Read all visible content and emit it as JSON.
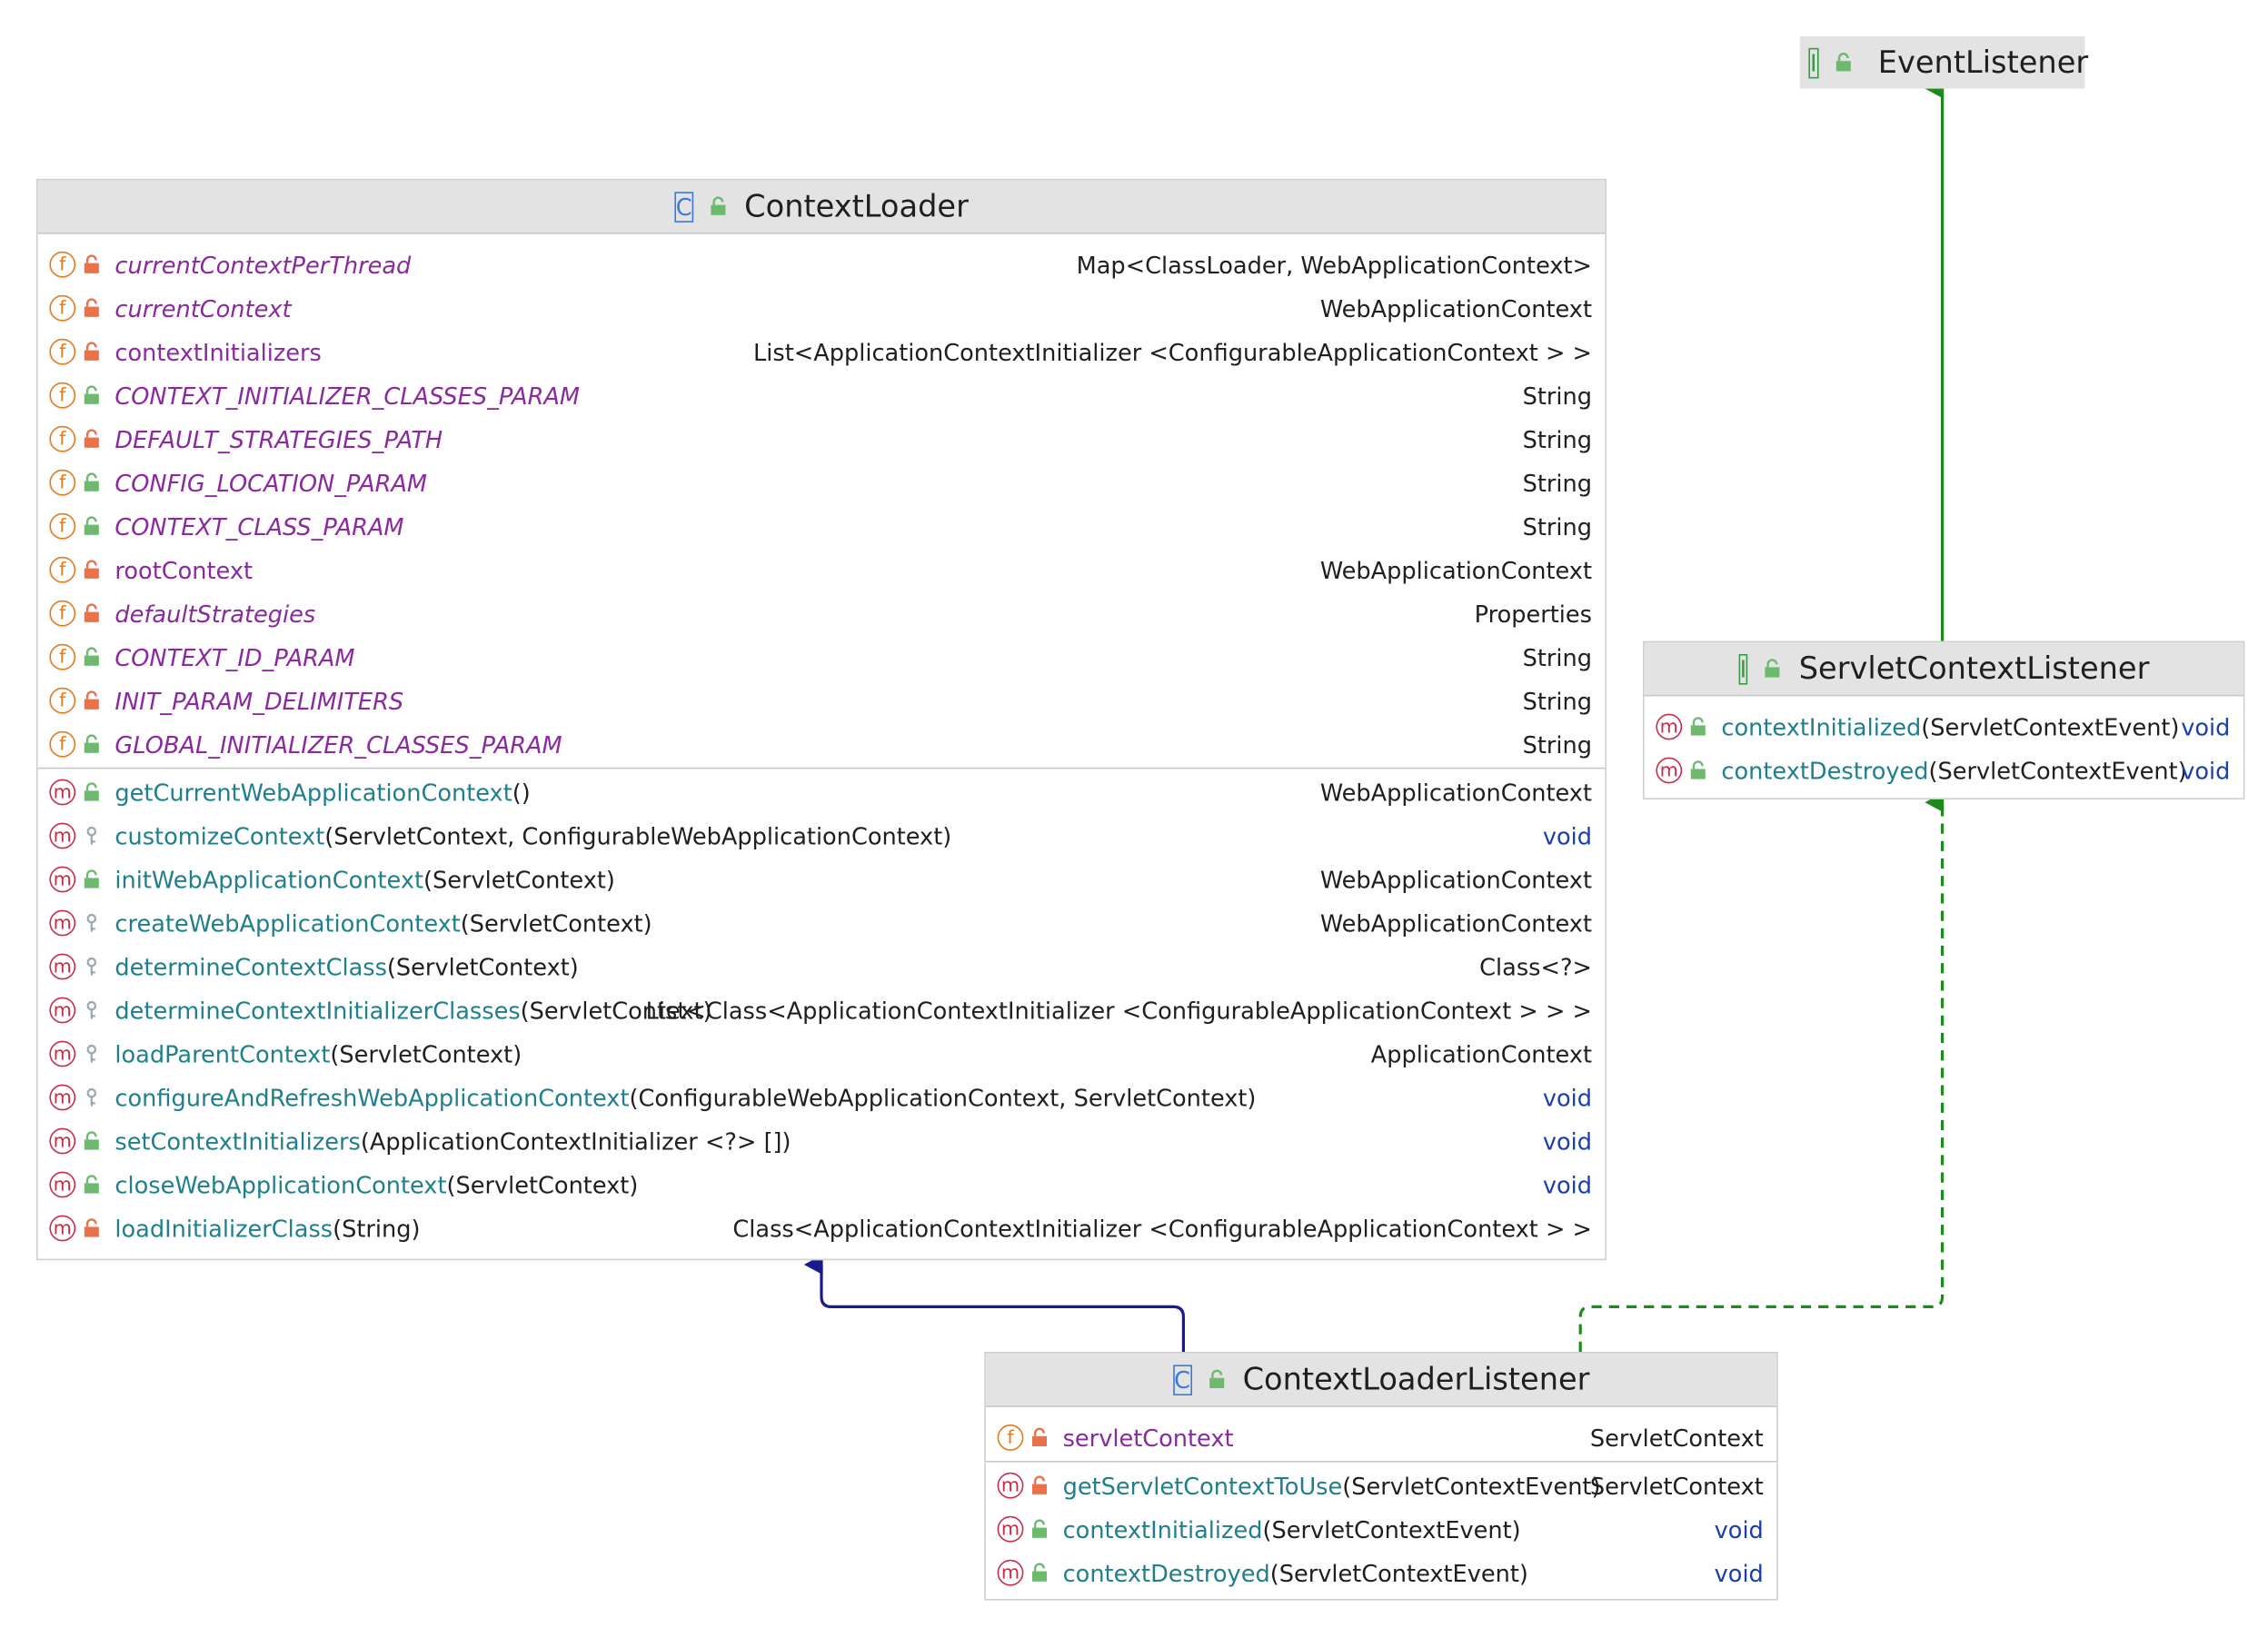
{
  "colors": {
    "field_name": "#8a2a9e",
    "method_name": "#1f7f8c",
    "void_type": "#1b3fa8",
    "inherit_edge": "#1a1a8c",
    "realize_edge": "#1e8a1e"
  },
  "event_listener": {
    "title": "EventListener",
    "kind": "interface"
  },
  "context_loader": {
    "title": "ContextLoader",
    "kind": "class",
    "fields": [
      {
        "name": "currentContextPerThread",
        "type": "Map<ClassLoader, WebApplicationContext>",
        "visibility": "private",
        "italic": true
      },
      {
        "name": "currentContext",
        "type": "WebApplicationContext",
        "visibility": "private",
        "italic": true
      },
      {
        "name": "contextInitializers",
        "type": "List<ApplicationContextInitializer <ConfigurableApplicationContext > >",
        "visibility": "private",
        "italic": false
      },
      {
        "name": "CONTEXT_INITIALIZER_CLASSES_PARAM",
        "type": "String",
        "visibility": "public",
        "italic": true
      },
      {
        "name": "DEFAULT_STRATEGIES_PATH",
        "type": "String",
        "visibility": "private",
        "italic": true
      },
      {
        "name": "CONFIG_LOCATION_PARAM",
        "type": "String",
        "visibility": "public",
        "italic": true
      },
      {
        "name": "CONTEXT_CLASS_PARAM",
        "type": "String",
        "visibility": "public",
        "italic": true
      },
      {
        "name": "rootContext",
        "type": "WebApplicationContext",
        "visibility": "private",
        "italic": false
      },
      {
        "name": "defaultStrategies",
        "type": "Properties",
        "visibility": "private",
        "italic": true
      },
      {
        "name": "CONTEXT_ID_PARAM",
        "type": "String",
        "visibility": "public",
        "italic": true
      },
      {
        "name": "INIT_PARAM_DELIMITERS",
        "type": "String",
        "visibility": "private",
        "italic": true
      },
      {
        "name": "GLOBAL_INITIALIZER_CLASSES_PARAM",
        "type": "String",
        "visibility": "public",
        "italic": true
      }
    ],
    "methods": [
      {
        "name": "getCurrentWebApplicationContext",
        "params": "()",
        "type": "WebApplicationContext",
        "visibility": "public"
      },
      {
        "name": "customizeContext",
        "params": "(ServletContext, ConfigurableWebApplicationContext)",
        "type": "void",
        "visibility": "protected"
      },
      {
        "name": "initWebApplicationContext",
        "params": "(ServletContext)",
        "type": "WebApplicationContext",
        "visibility": "public"
      },
      {
        "name": "createWebApplicationContext",
        "params": "(ServletContext)",
        "type": "WebApplicationContext",
        "visibility": "protected"
      },
      {
        "name": "determineContextClass",
        "params": "(ServletContext)",
        "type": "Class<?>",
        "visibility": "protected"
      },
      {
        "name": "determineContextInitializerClasses",
        "params": "(ServletContext)",
        "type": "List<Class<ApplicationContextInitializer <ConfigurableApplicationContext > > >",
        "visibility": "protected"
      },
      {
        "name": "loadParentContext",
        "params": "(ServletContext)",
        "type": "ApplicationContext",
        "visibility": "protected"
      },
      {
        "name": "configureAndRefreshWebApplicationContext",
        "params": "(ConfigurableWebApplicationContext, ServletContext)",
        "type": "void",
        "visibility": "protected"
      },
      {
        "name": "setContextInitializers",
        "params": "(ApplicationContextInitializer <?> [])",
        "type": "void",
        "visibility": "public"
      },
      {
        "name": "closeWebApplicationContext",
        "params": "(ServletContext)",
        "type": "void",
        "visibility": "public"
      },
      {
        "name": "loadInitializerClass",
        "params": "(String)",
        "type": "Class<ApplicationContextInitializer <ConfigurableApplicationContext > >",
        "visibility": "private"
      }
    ]
  },
  "servlet_context_listener": {
    "title": "ServletContextListener",
    "kind": "interface",
    "methods": [
      {
        "name": "contextInitialized",
        "params": "(ServletContextEvent)",
        "type": "void",
        "visibility": "public"
      },
      {
        "name": "contextDestroyed",
        "params": "(ServletContextEvent)",
        "type": "void",
        "visibility": "public"
      }
    ]
  },
  "context_loader_listener": {
    "title": "ContextLoaderListener",
    "kind": "class",
    "fields": [
      {
        "name": "servletContext",
        "type": "ServletContext",
        "visibility": "private",
        "italic": false
      }
    ],
    "methods": [
      {
        "name": "getServletContextToUse",
        "params": "(ServletContextEvent)",
        "type": "ServletContext",
        "visibility": "private"
      },
      {
        "name": "contextInitialized",
        "params": "(ServletContextEvent)",
        "type": "void",
        "visibility": "public"
      },
      {
        "name": "contextDestroyed",
        "params": "(ServletContextEvent)",
        "type": "void",
        "visibility": "public"
      }
    ]
  }
}
